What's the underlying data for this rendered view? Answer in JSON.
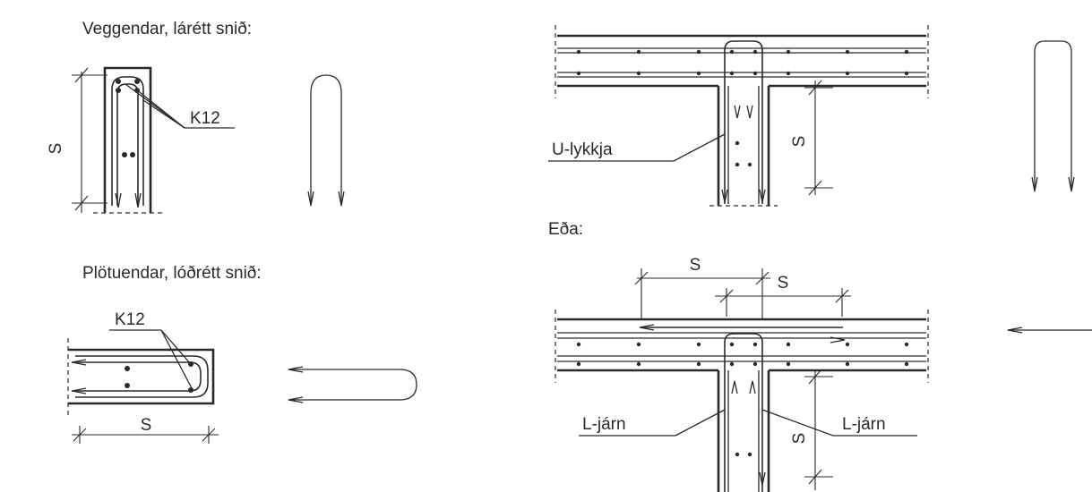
{
  "left": {
    "wall_end_heading": "Veggendar, lárétt snið:",
    "wall_end_bar_label": "K12",
    "wall_end_dimension": "S",
    "slab_end_heading": "Plötuendar, lóðrétt snið:",
    "slab_end_bar_label": "K12",
    "slab_end_dimension": "S"
  },
  "right": {
    "top_u_bar_label": "U-lykkja",
    "top_dimension": "S",
    "alternative_heading": "Eða:",
    "bottom_dim_top_left": "S",
    "bottom_dim_top_right": "S",
    "bottom_dim_vertical": "S",
    "bottom_left_bar_label": "L-járn",
    "bottom_right_bar_label": "L-járn"
  }
}
